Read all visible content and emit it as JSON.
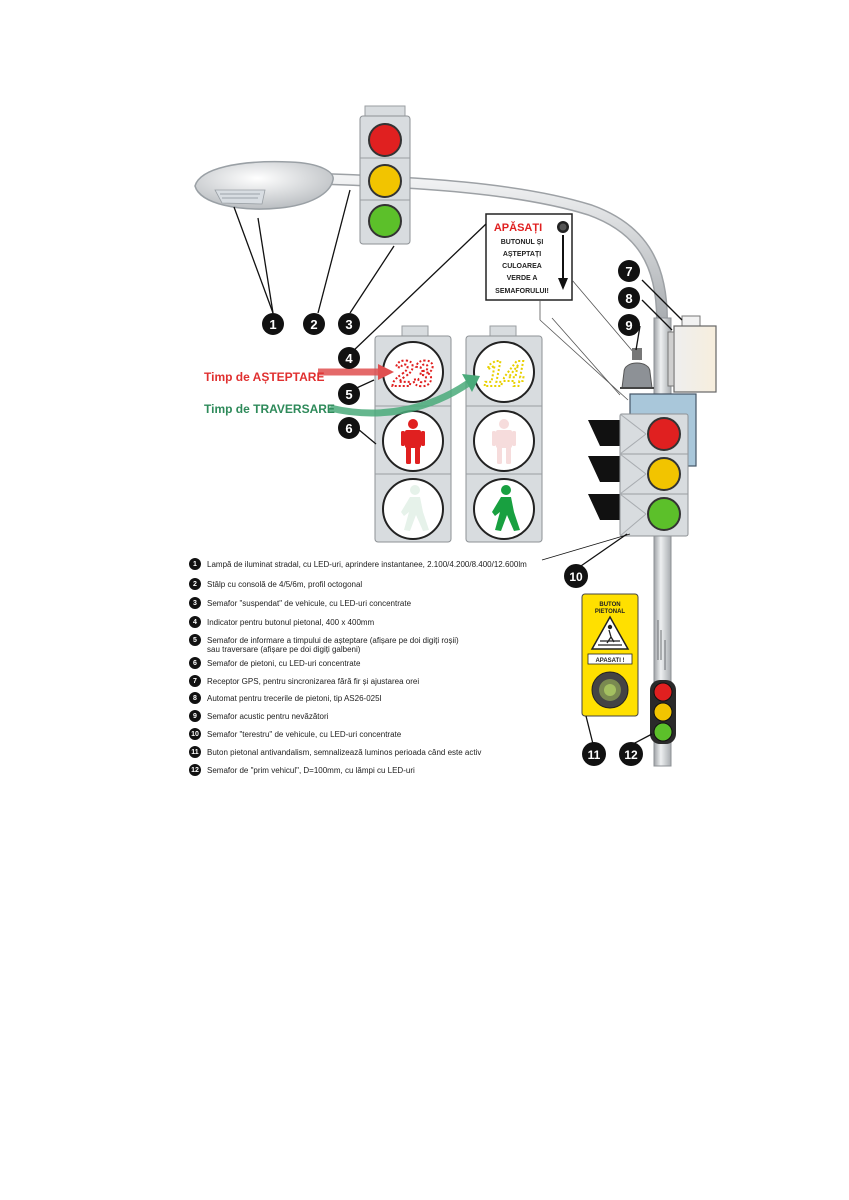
{
  "callout_numbers": [
    "1",
    "2",
    "3",
    "4",
    "5",
    "6",
    "7",
    "8",
    "9",
    "10",
    "11",
    "12"
  ],
  "labels": {
    "waiting_time": "Timp de AȘTEPTARE",
    "crossing_time": "Timp de TRAVERSARE"
  },
  "sign": {
    "title": "APĂSAȚI",
    "lines": [
      "BUTONUL ȘI",
      "AȘTEPTAȚI",
      "CULOAREA",
      "VERDE A",
      "SEMAFORULUI!"
    ]
  },
  "countdown": {
    "red_value": "23",
    "yellow_value": "14"
  },
  "button_panel": {
    "top": "BUTON\nPIETONAL",
    "bottom": "APASATI !"
  },
  "legend": [
    {
      "num": "1",
      "text": "Lampă de iluminat stradal, cu LED-uri, aprindere instantanee, 2.100/4.200/8.400/12.600lm"
    },
    {
      "num": "2",
      "text": "Stâlp cu consolă de 4/5/6m, profil octogonal"
    },
    {
      "num": "3",
      "text": "Semafor \"suspendat\" de vehicule, cu LED-uri concentrate"
    },
    {
      "num": "4",
      "text": "Indicator pentru butonul pietonal, 400 x 400mm"
    },
    {
      "num": "5",
      "text": "Semafor de informare a timpului de așteptare (afișare pe doi digiți roșii)\n    sau traversare (afișare pe doi digiți galbeni)"
    },
    {
      "num": "6",
      "text": "Semafor de pietoni, cu LED-uri concentrate"
    },
    {
      "num": "7",
      "text": "Receptor GPS, pentru sincronizarea fără fir și ajustarea orei"
    },
    {
      "num": "8",
      "text": "Automat pentru trecerile de pietoni, tip AS26-025I"
    },
    {
      "num": "9",
      "text": "Semafor acustic pentru nevăzători"
    },
    {
      "num": "10",
      "text": "Semafor \"terestru\" de vehicule, cu LED-uri concentrate"
    },
    {
      "num": "11",
      "text": "Buton pietonal antivandalism, semnalizează luminos perioada când este activ"
    },
    {
      "num": "12",
      "text": "Semafor de \"prim vehicul\", D=100mm, cu lămpi cu LED-uri"
    }
  ],
  "colors": {
    "red": "#e02020",
    "yellow": "#f2c400",
    "green": "#5cc02a",
    "housing": "#d8dcdf",
    "pole": "#c8cbcf",
    "arrow_red": "#e05050",
    "arrow_green": "#4aaa7a",
    "panel_yellow": "#ffe000"
  }
}
